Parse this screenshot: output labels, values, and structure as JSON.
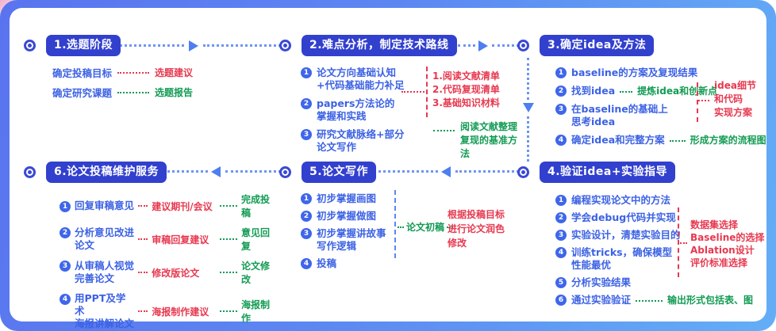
{
  "palette": {
    "frame_blue_start": "#5a74ef",
    "frame_blue_end": "#64aef6",
    "pill_bg": "#3240ce",
    "item_blue": "#3c62e4",
    "deliverable_red": "#e73950",
    "deliverable_green": "#129b53",
    "connector_blue": "#6e95f2",
    "corner_accent_pink": "#f0b2cd"
  },
  "s1": {
    "title": "1.选题阶段",
    "rows": [
      {
        "label": "确定投稿目标",
        "note": "选题建议"
      },
      {
        "label": "确定研究课题",
        "note": "选题报告"
      }
    ]
  },
  "s2": {
    "title": "2.难点分析，制定技术路线",
    "items": [
      {
        "n": "1",
        "text": "论文方向基础认知\n+代码基础能力补足"
      },
      {
        "n": "2",
        "text": "papers方法论的\n掌握和实践"
      },
      {
        "n": "3",
        "text": "研究文献脉络+部分\n论文写作"
      }
    ],
    "red_note": "1.阅读文献清单\n2.代码复现清单\n3.基础知识材料",
    "green_note": "阅读文献整理\n复现的基准方法"
  },
  "s3": {
    "title": "3.确定idea及方法",
    "items": [
      {
        "n": "1",
        "text": "baseline的方案及复现结果"
      },
      {
        "n": "2",
        "text": "找到idea",
        "green": "提炼idea和创新点"
      },
      {
        "n": "3",
        "text": "在baseline的基础上\n思考idea"
      },
      {
        "n": "4",
        "text": "确定idea和完整方案",
        "green": "形成方案的流程图"
      }
    ],
    "red_note": "idea细节\n和代码\n实现方案"
  },
  "s4": {
    "title": "4.验证idea+实验指导",
    "items": [
      {
        "n": "1",
        "text": "编程实现论文中的方法"
      },
      {
        "n": "2",
        "text": "学会debug代码并实现"
      },
      {
        "n": "3",
        "text": "实验设计，清楚实验目的"
      },
      {
        "n": "4",
        "text": "训练tricks，确保模型\n性能最优"
      },
      {
        "n": "5",
        "text": "分析实验结果"
      },
      {
        "n": "6",
        "text": "通过实验验证",
        "green": "输出形式包括表、图"
      }
    ],
    "red_note": "数据集选择\nBaseline的选择\nAblation设计\n评价标准选择"
  },
  "s5": {
    "title": "5.论文写作",
    "items": [
      {
        "n": "1",
        "text": "初步掌握画图"
      },
      {
        "n": "2",
        "text": "初步掌握做图"
      },
      {
        "n": "3",
        "text": "初步掌握讲故事\n写作逻辑"
      },
      {
        "n": "4",
        "text": "投稿"
      }
    ],
    "green_note": "论文初稿",
    "red_note": "根据投稿目标\n进行论文润色\n修改"
  },
  "s6": {
    "title": "6.论文投稿维护服务",
    "rows": [
      {
        "n": "1",
        "label": "回复审稿意见",
        "red": "建议期刊/会议",
        "green": "完成投稿"
      },
      {
        "n": "2",
        "label": "分析意见改进\n论文",
        "red": "审稿回复建议",
        "green": "意见回复"
      },
      {
        "n": "3",
        "label": "从审稿人视觉\n完善论文",
        "red": "修改版论文",
        "green": "论文修改"
      },
      {
        "n": "4",
        "label": "用PPT及学术\n海报讲解论文",
        "red": "海报制作建议",
        "green": "海报制作"
      }
    ]
  }
}
